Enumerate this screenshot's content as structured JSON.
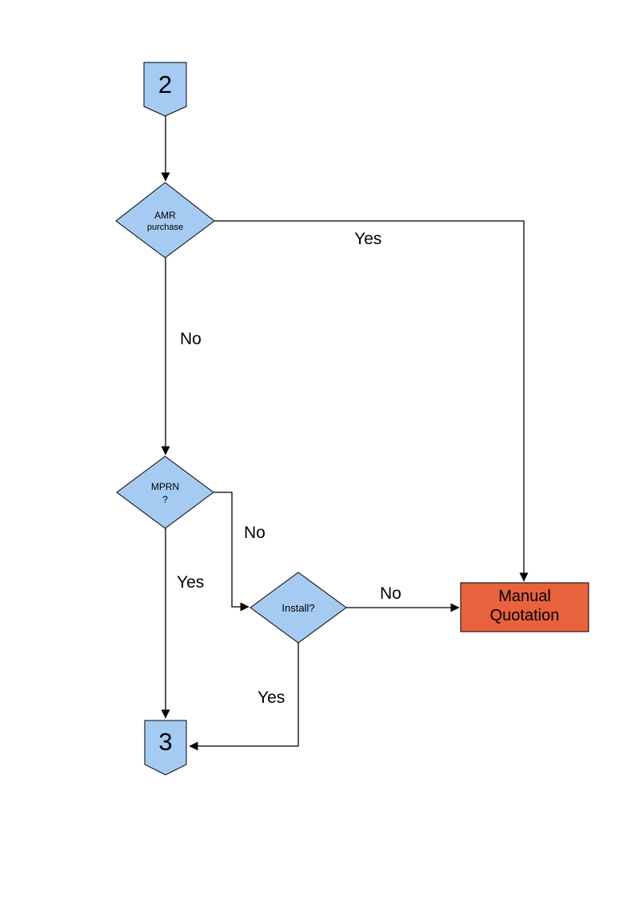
{
  "colors": {
    "background": "#ffffff",
    "node_fill": "#A6CBF3",
    "node_border": "#000000",
    "terminal_fill": "#E8623D",
    "line": "#000000",
    "text": "#000000"
  },
  "nodes": {
    "connector_top": {
      "label": "2"
    },
    "decision_amr": {
      "line1": "AMR",
      "line2": "purchase"
    },
    "decision_mprn": {
      "line1": "MPRN",
      "line2": "?"
    },
    "decision_install": {
      "label": "Install?"
    },
    "manual_quotation": {
      "line1": "Manual",
      "line2": "Quotation"
    },
    "connector_bottom": {
      "label": "3"
    }
  },
  "edge_labels": {
    "amr_yes": "Yes",
    "amr_no": "No",
    "mprn_no": "No",
    "mprn_yes": "Yes",
    "install_no": "No",
    "install_yes": "Yes"
  }
}
